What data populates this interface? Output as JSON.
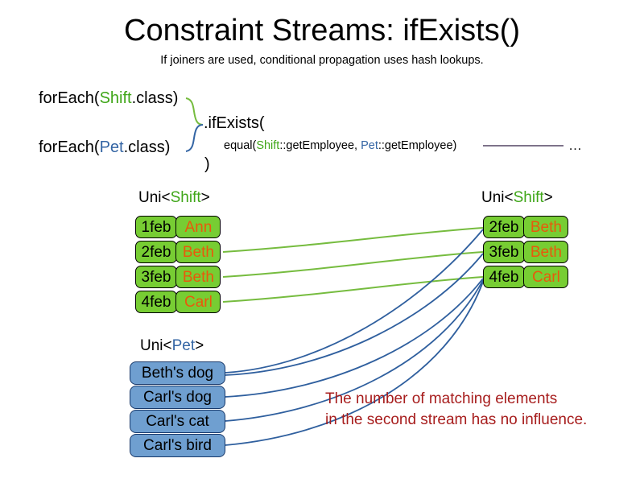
{
  "slide": {
    "title": "Constraint Streams: ifExists()",
    "subtitle": "If joiners are used, conditional propagation uses hash lookups."
  },
  "code": {
    "line_shift_prefix": "forEach(",
    "line_shift_type": "Shift",
    "line_shift_suffix": ".class)",
    "line_pet_prefix": "forEach(",
    "line_pet_type": "Pet",
    "line_pet_suffix": ".class)",
    "if_exists": ".ifExists(",
    "equal_prefix": "equal(",
    "equal_shift_type": "Shift",
    "equal_shift_method": "::getEmployee, ",
    "equal_pet_type": "Pet",
    "equal_pet_method": "::getEmployee)",
    "close_paren": ")",
    "ellipsis": "…"
  },
  "streams": {
    "left_shift": {
      "label_prefix": "Uni<",
      "label_type": "Shift",
      "label_suffix": ">",
      "rows": [
        {
          "date": "1feb",
          "name": "Ann"
        },
        {
          "date": "2feb",
          "name": "Beth"
        },
        {
          "date": "3feb",
          "name": "Beth"
        },
        {
          "date": "4feb",
          "name": "Carl"
        }
      ]
    },
    "right_shift": {
      "label_prefix": "Uni<",
      "label_type": "Shift",
      "label_suffix": ">",
      "rows": [
        {
          "date": "2feb",
          "name": "Beth"
        },
        {
          "date": "3feb",
          "name": "Beth"
        },
        {
          "date": "4feb",
          "name": "Carl"
        }
      ]
    },
    "pets": {
      "label_prefix": "Uni<",
      "label_type": "Pet",
      "label_suffix": ">",
      "rows": [
        {
          "text": "Beth's dog"
        },
        {
          "text": "Carl's dog"
        },
        {
          "text": "Carl's cat"
        },
        {
          "text": "Carl's bird"
        }
      ]
    }
  },
  "note": {
    "line1": "The number of matching elements",
    "line2": "in the second stream has no influence."
  },
  "colors": {
    "shift_green": "#77cd33",
    "shift_accent": "#3fa618",
    "pet_blue": "#6f9fd0",
    "pet_accent": "#3465a4",
    "name_orange": "#e8590c",
    "note_red": "#a71d1d",
    "wire_green": "#76bc3f",
    "wire_blue": "#2f5f9e",
    "joiner_line": "#6b5f7a"
  }
}
